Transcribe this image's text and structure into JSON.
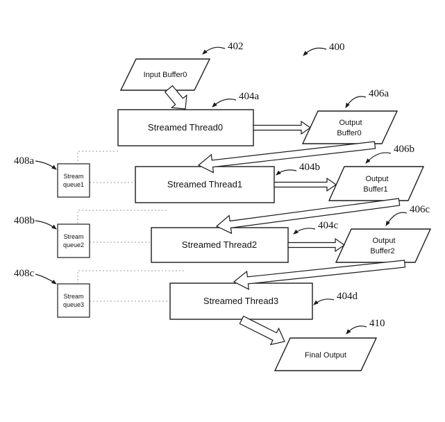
{
  "colors": {
    "line": "#1b1b1b",
    "background": "#ffffff",
    "dotted_line": "#9a9a9a"
  },
  "refs": {
    "overall": "400",
    "input_buffer0": "402",
    "thread0": "404a",
    "thread1": "404b",
    "thread2": "404c",
    "thread3": "404d",
    "output_buffer0": "406a",
    "output_buffer1": "406b",
    "output_buffer2": "406c",
    "queue1": "408a",
    "queue2": "408b",
    "queue3": "408c",
    "final_output": "410"
  },
  "nodes": {
    "input_buffer0": {
      "label": "Input Buffer0"
    },
    "thread0": {
      "label": "Streamed Thread0"
    },
    "thread1": {
      "label": "Streamed Thread1"
    },
    "thread2": {
      "label": "Streamed Thread2"
    },
    "thread3": {
      "label": "Streamed Thread3"
    },
    "output_buffer0": {
      "line1": "Output",
      "line2": "Buffer0"
    },
    "output_buffer1": {
      "line1": "Output",
      "line2": "Buffer1"
    },
    "output_buffer2": {
      "line1": "Output",
      "line2": "Buffer2"
    },
    "queue1": {
      "line1": "Stream",
      "line2": "queue1"
    },
    "queue2": {
      "line1": "Stream",
      "line2": "queue2"
    },
    "queue3": {
      "line1": "Stream",
      "line2": "queue3"
    },
    "final_output": {
      "label": "Final Output"
    }
  }
}
